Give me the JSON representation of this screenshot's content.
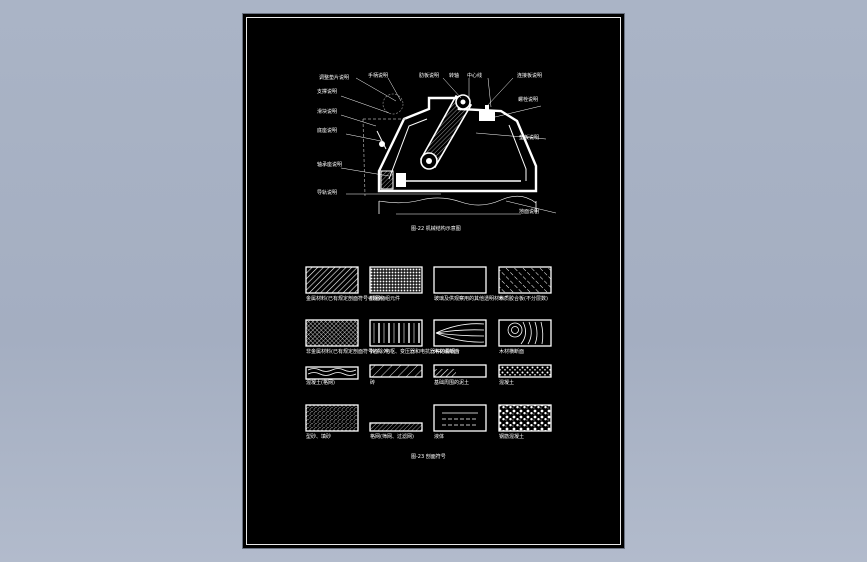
{
  "fig1": {
    "labels": [
      "调整垫片说明",
      "手柄说明",
      "肋板说明",
      "转轴",
      "中心线",
      "连接板说明",
      "螺栓说明",
      "支撑说明",
      "滑块说明",
      "底座说明",
      "轴承座说明",
      "导轨说明",
      "垫板说明",
      "地面说明"
    ],
    "caption": "图-22 机械结构示意图"
  },
  "fig2": {
    "swatches": [
      {
        "pattern": "diag",
        "label": "金属材料(已有规定剖面符号者除外)"
      },
      {
        "pattern": "grid",
        "label": "线圈绕组元件"
      },
      {
        "pattern": "empty",
        "label": "玻璃及供观察用的其他透明材料"
      },
      {
        "pattern": "dashdiag",
        "label": "木质胶合板(不分层数)"
      },
      {
        "pattern": "cross",
        "label": "非金属材料(已有规定剖面符号者除外)"
      },
      {
        "pattern": "lam",
        "label": "转子、电枢、变压器和电抗器等的叠钢片"
      },
      {
        "pattern": "wood",
        "label": "木材纵断面"
      },
      {
        "pattern": "woodx",
        "label": "木材横断面"
      },
      {
        "pattern": "wave",
        "label": "混凝土(格网)"
      },
      {
        "pattern": "diag2",
        "label": "砖"
      },
      {
        "pattern": "step",
        "label": "基础周围的泥土"
      },
      {
        "pattern": "dots",
        "label": "混凝土"
      },
      {
        "pattern": "sand",
        "label": "型砂、填砂"
      },
      {
        "pattern": "strip",
        "label": "格网(筛网、过滤网)"
      },
      {
        "pattern": "liquid",
        "label": "液体"
      },
      {
        "pattern": "pebble",
        "label": "钢筋混凝土"
      }
    ],
    "caption": "图-23 剖面符号"
  }
}
